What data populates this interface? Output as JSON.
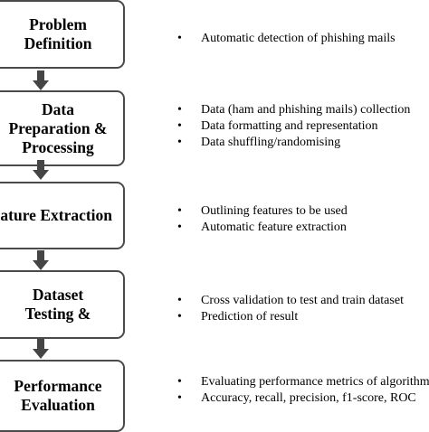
{
  "steps": [
    {
      "lines": [
        "Problem",
        "Definition"
      ],
      "bullets": [
        "Automatic detection of phishing mails"
      ]
    },
    {
      "lines": [
        "Data",
        "Preparation &",
        "Processing"
      ],
      "bullets": [
        "Data (ham and phishing mails) collection",
        "Data formatting and representation",
        "Data shuffling/randomising"
      ]
    },
    {
      "lines": [
        "Feature Extraction"
      ],
      "bullets": [
        "Outlining features to be used",
        "Automatic feature extraction"
      ]
    },
    {
      "lines": [
        "Dataset",
        "Testing &"
      ],
      "bullets": [
        "Cross validation to test and train dataset",
        "Prediction of result"
      ]
    },
    {
      "lines": [
        "Performance",
        "Evaluation"
      ],
      "bullets": [
        "Evaluating performance metrics of algorithms",
        "Accuracy, recall, precision, f1-score, ROC"
      ]
    }
  ],
  "colors": {
    "border": "#4a4a4a",
    "arrow": "#454545"
  }
}
